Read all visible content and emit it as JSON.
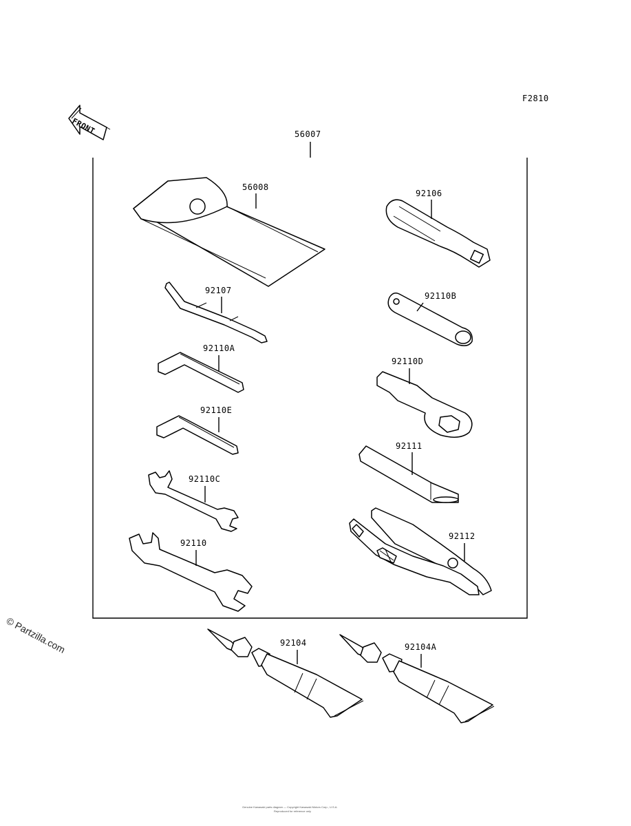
{
  "diagram": {
    "ref_code": "F2810",
    "front_label": "FRONT",
    "watermark": "© Partzilla.com",
    "kit_label": "56007",
    "footer_line1": "Genuine Kawasaki parts diagram — Copyright Kawasaki Motors Corp., U.S.A.",
    "footer_line2": "Reproduced for reference only",
    "parts": [
      {
        "id": "56008",
        "name": "tool-bag"
      },
      {
        "id": "92106",
        "name": "screwdriver-handle"
      },
      {
        "id": "92107",
        "name": "screwdriver-bit"
      },
      {
        "id": "92110B",
        "name": "box-wrench"
      },
      {
        "id": "92110A",
        "name": "hex-key-large"
      },
      {
        "id": "92110D",
        "name": "ring-spanner"
      },
      {
        "id": "92110E",
        "name": "hex-key-small"
      },
      {
        "id": "92111",
        "name": "extension-bar"
      },
      {
        "id": "92110C",
        "name": "open-end-wrench-small"
      },
      {
        "id": "92112",
        "name": "pliers"
      },
      {
        "id": "92110",
        "name": "open-end-wrench-large"
      },
      {
        "id": "92104",
        "name": "grease-tube"
      },
      {
        "id": "92104A",
        "name": "grease-tube-a"
      }
    ]
  }
}
